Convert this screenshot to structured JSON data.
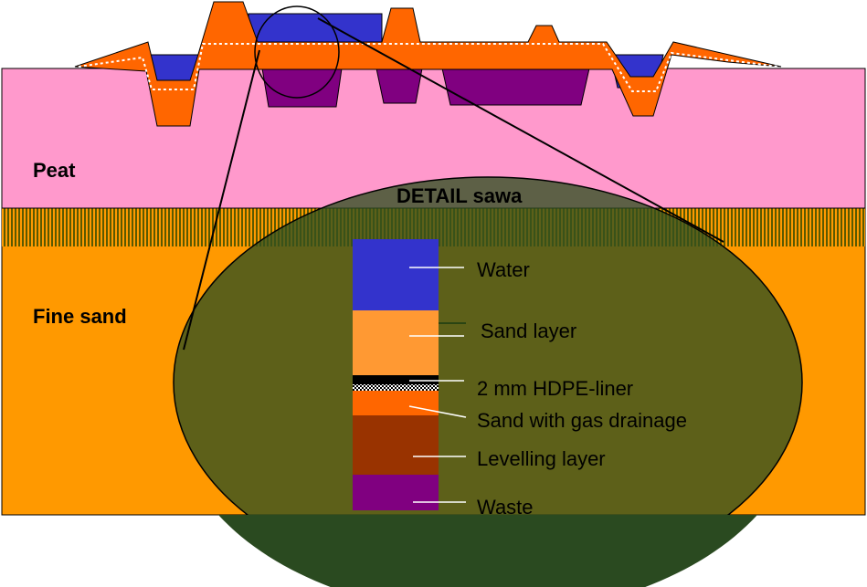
{
  "labels": {
    "peat": "Peat",
    "fine_sand": "Fine sand",
    "detail_title": "DETAIL sawa"
  },
  "detail_layers": [
    {
      "label": "Water",
      "color": "#3333cc"
    },
    {
      "label": "Sand layer",
      "color": "#ff9933"
    },
    {
      "label": "2 mm HDPE-liner",
      "color": "#000000"
    },
    {
      "label": "Sand with gas drainage",
      "color": "#ff6600"
    },
    {
      "label": "Levelling layer",
      "color": "#993300"
    },
    {
      "label": "Waste",
      "color": "#800080"
    }
  ],
  "colors": {
    "peat": "#ff99cc",
    "fine_sand": "#ff9900",
    "cover": "#ff6600",
    "water": "#3333cc",
    "waste": "#800080",
    "detail_fill": "#2f5020",
    "striped_band": "#6b6b00"
  }
}
